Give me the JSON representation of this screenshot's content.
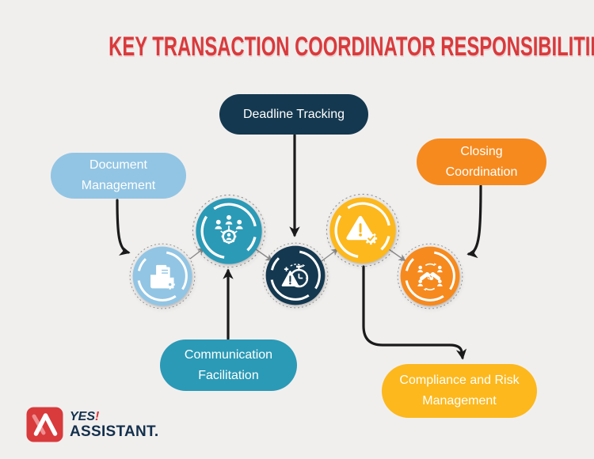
{
  "title": "KEY TRANSACTION COORDINATOR RESPONSIBILITIES",
  "pills": [
    {
      "id": "document-management",
      "line1": "Document",
      "line2": "Management",
      "color": "#92c5e4"
    },
    {
      "id": "deadline-tracking",
      "line1": "Deadline Tracking",
      "line2": "",
      "color": "#14384f"
    },
    {
      "id": "closing-coordination",
      "line1": "Closing",
      "line2": "Coordination",
      "color": "#f68a1e"
    },
    {
      "id": "communication-facilitation",
      "line1": "Communication",
      "line2": "Facilitation",
      "color": "#2b9ab6"
    },
    {
      "id": "compliance-risk-management",
      "line1": "Compliance and Risk",
      "line2": "Management",
      "color": "#fcb81d"
    }
  ],
  "nodes": [
    {
      "step": 1,
      "name": "Document Management",
      "icon": "folder-documents-icon",
      "color": "#92c5e4"
    },
    {
      "step": 2,
      "name": "Communication Facilitation",
      "icon": "team-network-icon",
      "color": "#2b9ab6"
    },
    {
      "step": 3,
      "name": "Deadline Tracking",
      "icon": "stopwatch-warning-icon",
      "color": "#14384f"
    },
    {
      "step": 4,
      "name": "Compliance and Risk Management",
      "icon": "warning-gear-icon",
      "color": "#fcb81d"
    },
    {
      "step": 5,
      "name": "Closing Coordination",
      "icon": "handshake-team-icon",
      "color": "#f68a1e"
    }
  ],
  "sequence": [
    "Document Management",
    "Communication Facilitation",
    "Deadline Tracking",
    "Compliance and Risk Management",
    "Closing Coordination"
  ],
  "logo": {
    "yes": "YES",
    "exclaim": "!",
    "assistant": "ASSISTANT."
  },
  "colors": {
    "background": "#f1efee",
    "title": "#d93a3c",
    "arrow": "#1a1a1a",
    "connector": "#8a8a8a",
    "logo_navy": "#13304d",
    "logo_red": "#d93a3c"
  }
}
